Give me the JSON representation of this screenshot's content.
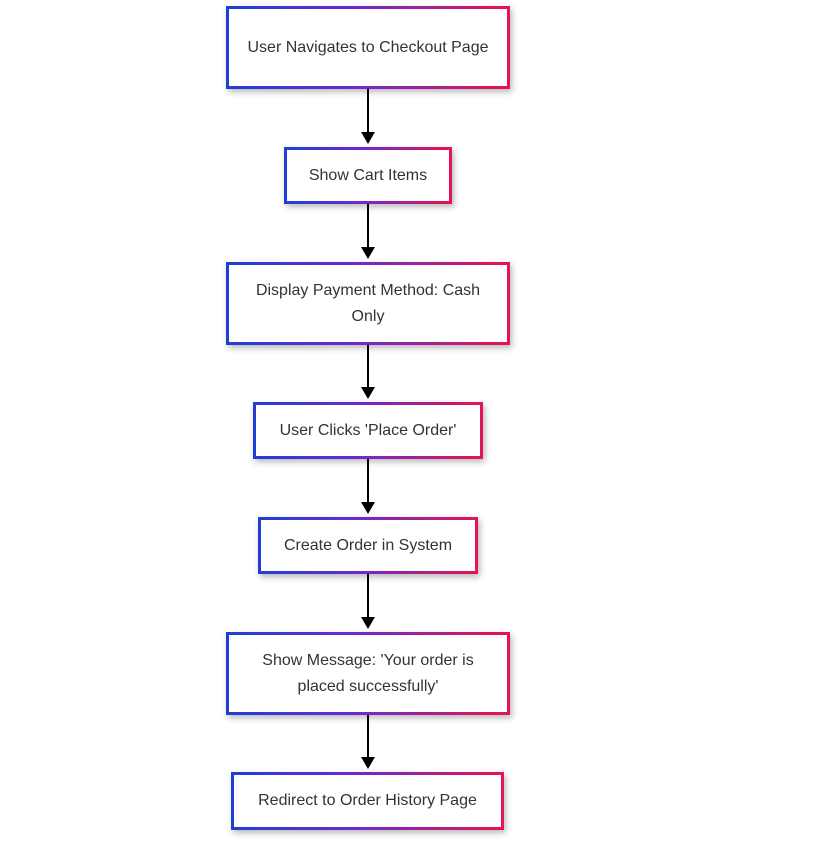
{
  "diagram": {
    "type": "flowchart",
    "direction": "top-to-bottom",
    "colors": {
      "border_start": "#1f3fd6",
      "border_mid": "#6a2ad0",
      "border_end": "#e8134f",
      "text": "#333333",
      "arrow": "#000000",
      "background": "#ffffff"
    },
    "nodes": [
      {
        "id": "n1",
        "label": "User Navigates to Checkout Page"
      },
      {
        "id": "n2",
        "label": "Show Cart Items"
      },
      {
        "id": "n3",
        "label": "Display Payment Method: Cash Only"
      },
      {
        "id": "n4",
        "label": "User Clicks 'Place Order'"
      },
      {
        "id": "n5",
        "label": "Create Order in System"
      },
      {
        "id": "n6",
        "label": "Show Message: 'Your order is placed successfully'"
      },
      {
        "id": "n7",
        "label": "Redirect to Order History Page"
      }
    ],
    "edges": [
      {
        "from": "n1",
        "to": "n2"
      },
      {
        "from": "n2",
        "to": "n3"
      },
      {
        "from": "n3",
        "to": "n4"
      },
      {
        "from": "n4",
        "to": "n5"
      },
      {
        "from": "n5",
        "to": "n6"
      },
      {
        "from": "n6",
        "to": "n7"
      }
    ]
  }
}
